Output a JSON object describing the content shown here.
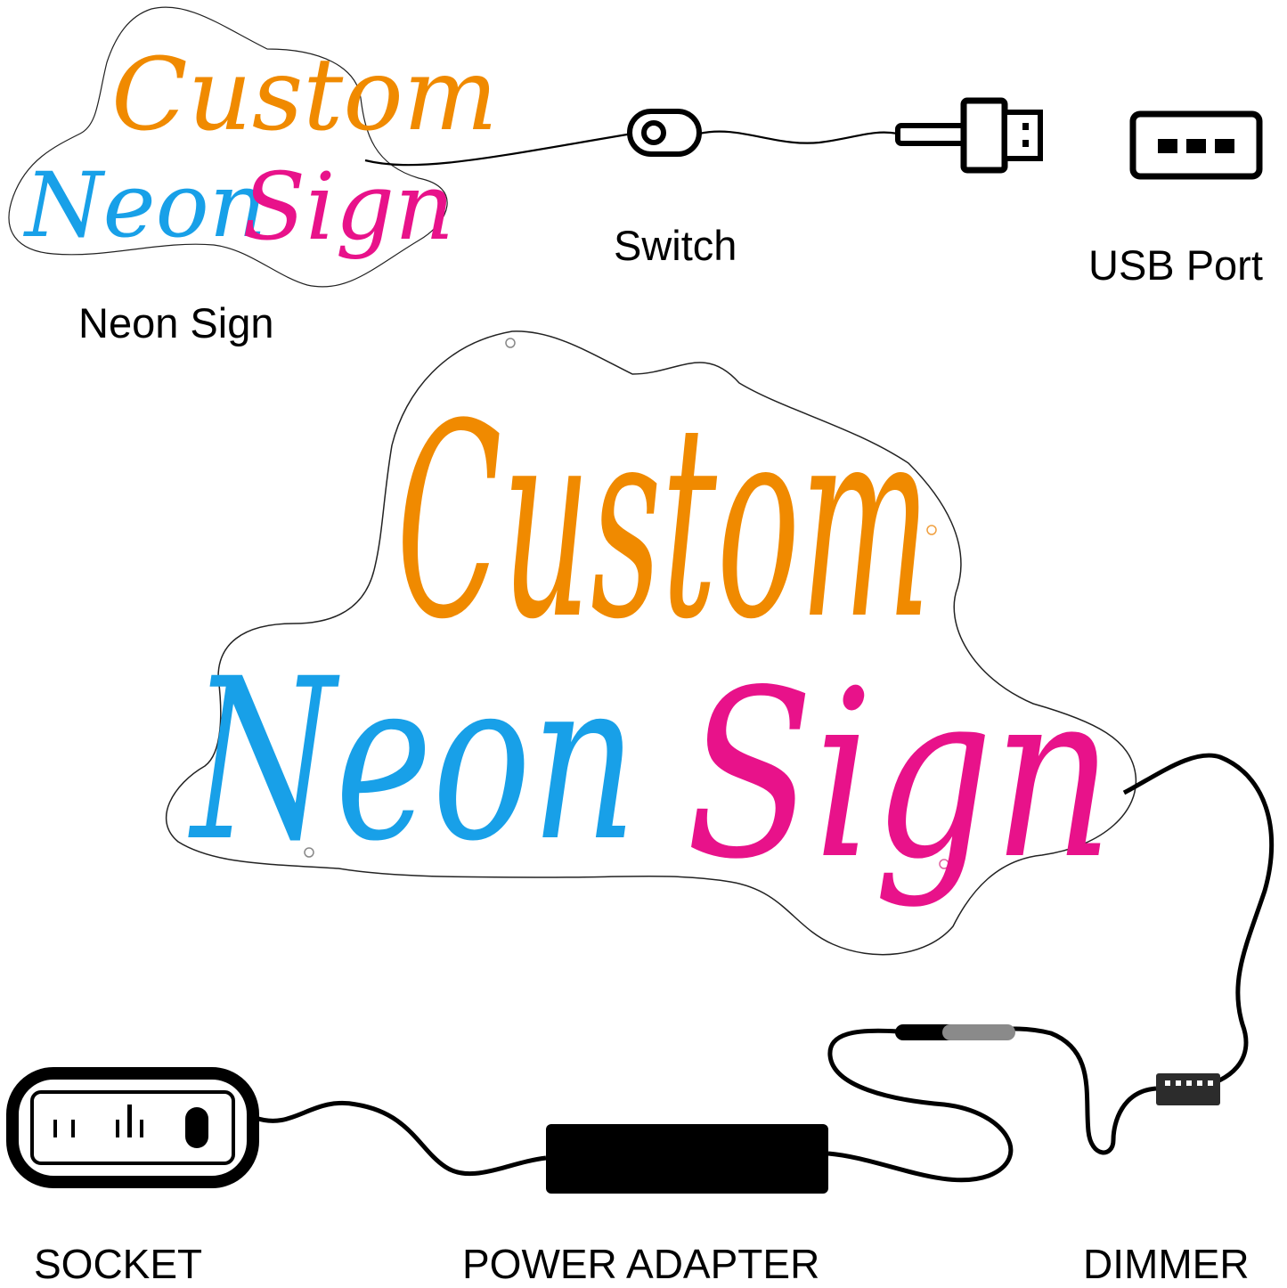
{
  "labels": {
    "neon_sign": "Neon Sign",
    "switch": "Switch",
    "usb_port": "USB Port",
    "socket": "SOCKET",
    "power_adapter": "POWER ADAPTER",
    "dimmer": "DIMMER"
  },
  "sign_text": {
    "word1": "Custom",
    "word2": "Neon",
    "word3": "Sign"
  },
  "colors": {
    "word1": "#F08A00",
    "word2": "#18A0E8",
    "word3": "#E8128A",
    "line": "#000000",
    "dimmer_plug_grey": "#8a8a8a"
  },
  "icons": [
    "switch-icon",
    "usb-plug-icon",
    "usb-port-icon",
    "socket-icon",
    "power-adapter-icon",
    "dimmer-icon"
  ]
}
